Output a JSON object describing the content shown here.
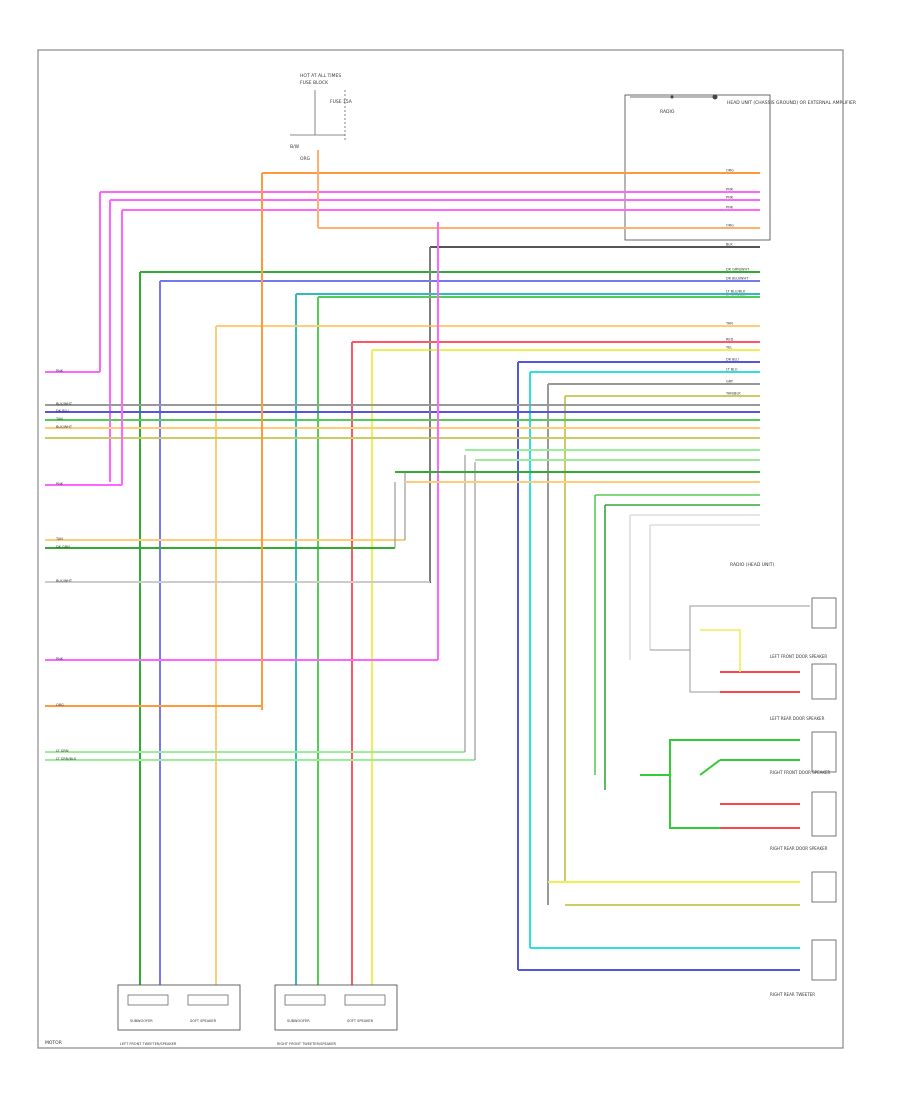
{
  "diagram": {
    "top_labels": {
      "fuse_block": "HOT AT ALL TIMES",
      "fuse_name": "FUSE BLOCK",
      "fuse_note": "FUSE 15A",
      "left_note": "B/W",
      "splice_label": "ORG"
    },
    "top_right_note": "HEAD UNIT (CHASSIS GROUND) OR EXTERNAL AMPLIFIER",
    "wires": [
      {
        "color": "#ff9a3c",
        "label": "ORG"
      },
      {
        "color": "#ff66ff",
        "label": "PNK"
      },
      {
        "color": "#ff66ff",
        "label": "PNK"
      },
      {
        "color": "#ff66ff",
        "label": "PNK"
      },
      {
        "color": "#ffb070",
        "label": "ORG"
      },
      {
        "color": "#555555",
        "label": "BLK"
      },
      {
        "color": "#33aa33",
        "label": "DK GRN/WHT"
      },
      {
        "color": "#7777ee",
        "label": "DK BLU/WHT"
      },
      {
        "color": "#55cc55",
        "label": "LT GRN/BLK"
      },
      {
        "color": "#33bbbb",
        "label": "LT BLU/BLK"
      },
      {
        "color": "#ffcc77",
        "label": "TAN"
      },
      {
        "color": "#ff5566",
        "label": "RED"
      },
      {
        "color": "#eeee55",
        "label": "YEL"
      },
      {
        "color": "#5555dd",
        "label": "DK BLU"
      },
      {
        "color": "#33dddd",
        "label": "LT BLU"
      },
      {
        "color": "#999999",
        "label": "GRY"
      },
      {
        "color": "#cccc66",
        "label": "TAN/BLK"
      }
    ],
    "right_module": "RADIO (HEAD UNIT)",
    "right_components": [
      {
        "name": "LEFT FRONT DOOR SPEAKER"
      },
      {
        "name": "RIGHT FRONT DOOR SPEAKER"
      },
      {
        "name": "LEFT REAR DOOR SPEAKER"
      },
      {
        "name": "RIGHT REAR DOOR SPEAKER"
      },
      {
        "name": "RIGHT REAR TWEETER"
      }
    ],
    "left_edge_labels": [
      "PNK",
      "BLK/WHT",
      "DK BLU",
      "TAN",
      "BLK/WHT",
      "PNK",
      "TAN",
      "DK GRN",
      "BLK/WHT",
      "PNK",
      "ORG",
      "LT GRN",
      "LT GRN/BLK"
    ],
    "bottom_components": [
      {
        "name": "LEFT FRONT TWEETER/SPEAKER",
        "sub": [
          "SUBWOOFER",
          "SOFT SPEAKER"
        ]
      },
      {
        "name": "RIGHT FRONT TWEETER/SPEAKER",
        "sub": [
          "SUBWOOFER",
          "SOFT SPEAKER"
        ]
      }
    ],
    "footer": "MOTOR"
  }
}
